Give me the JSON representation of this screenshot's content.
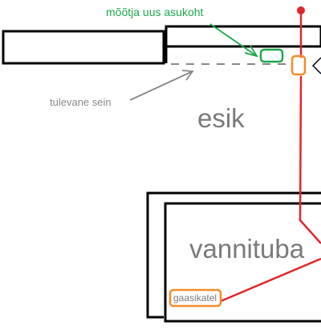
{
  "labels": {
    "meter_new_location": "mõõtja uus asukoht",
    "future_wall": "tulevane sein",
    "hallway": "esik",
    "bathroom": "vannituba",
    "gas_boiler": "gaasikatel"
  },
  "colors": {
    "walls": "#000000",
    "gas_pipe": "#e0262b",
    "boiler_marker": "#f28c28",
    "meter_marker": "#1ca84a",
    "future_wall": "#888888",
    "room_text": "#7a7a7a"
  }
}
